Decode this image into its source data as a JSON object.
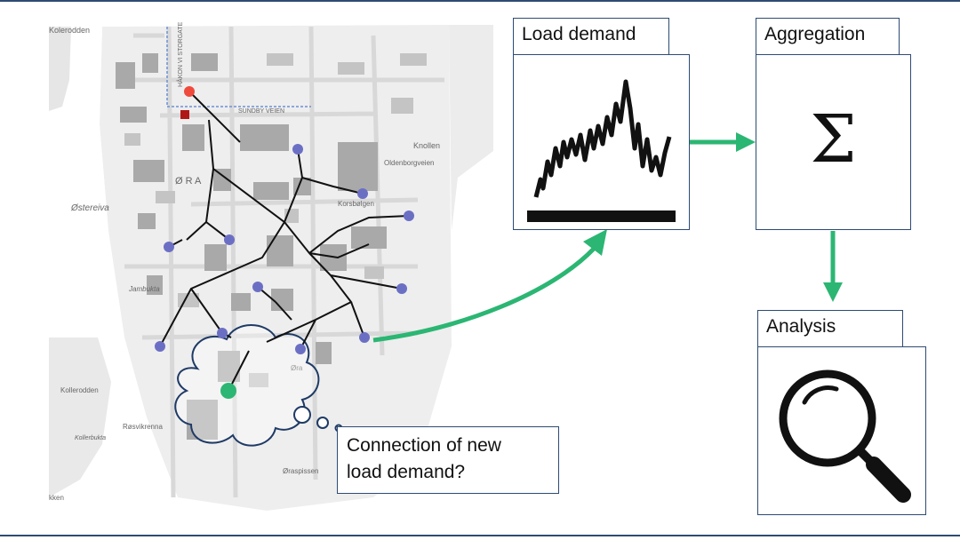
{
  "map": {
    "labels": {
      "top_left_place": "Kolerodden",
      "area_west": "Østereiva",
      "ora_main": "Ø R A",
      "street_sunday": "SUNDBY VEIEN",
      "street_vertical": "HÅKON VI STORGATE",
      "place_knollen": "Knollen",
      "place_oldenborg": "Oldenborgveien",
      "place_korsbolgen": "Korsbølgen",
      "place_jambukta": "Jambukta",
      "place_kollerodden": "Kollerodden",
      "place_rosvikrenna": "Røsvikrenna",
      "place_kollerbukta": "Kollerbukta",
      "place_oraspissen": "Øraspissen",
      "place_ora_south": "Øra",
      "place_kken": "kken"
    },
    "colors": {
      "load_node": "#6b6fc4",
      "source_node": "#ef4a3c",
      "new_node": "#2bb673",
      "network_line": "#111111"
    },
    "new_load_callout": {
      "line1": "Connection of new",
      "line2": "load demand?"
    }
  },
  "boxes": {
    "load_demand": {
      "title": "Load demand"
    },
    "aggregation": {
      "title": "Aggregation",
      "symbol": "Σ"
    },
    "analysis": {
      "title": "Analysis",
      "icon": "magnifier-icon"
    }
  },
  "colors": {
    "arrow": "#2bb673",
    "border": "#2d4b73"
  }
}
